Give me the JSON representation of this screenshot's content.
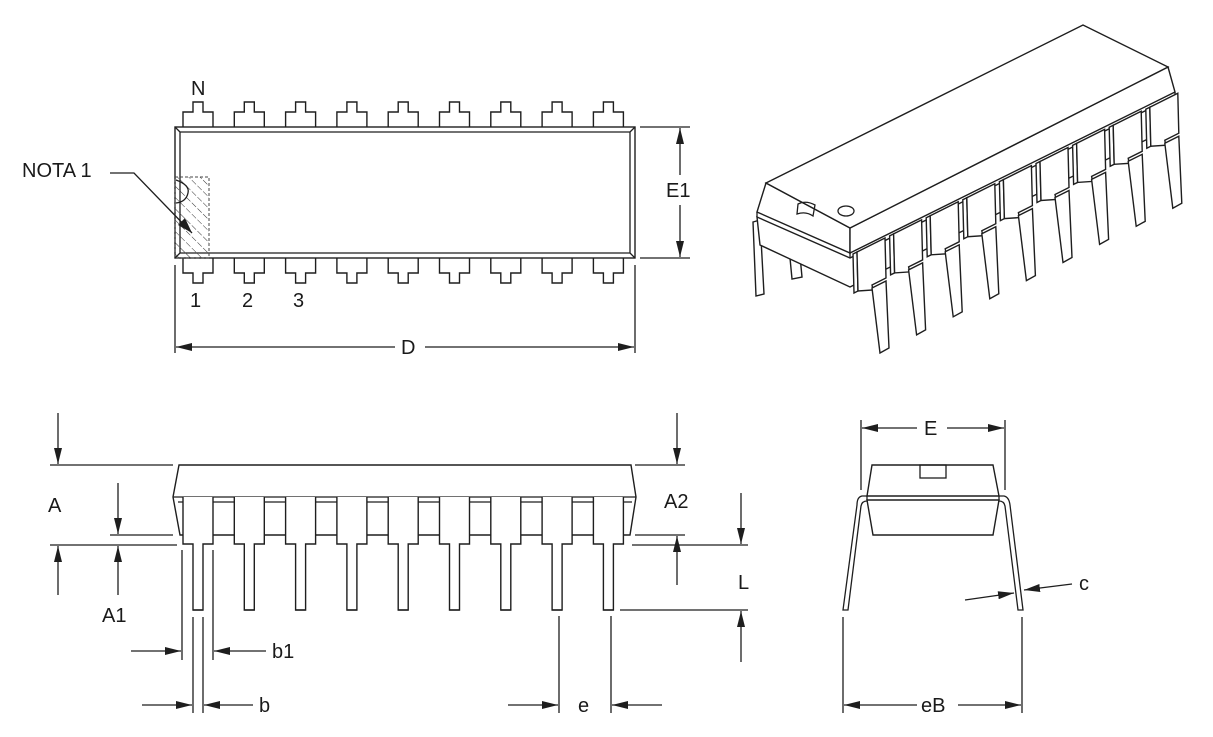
{
  "labels": {
    "pin_n": "N",
    "pin_1": "1",
    "pin_2": "2",
    "pin_3": "3",
    "note": "NOTA 1",
    "dim_D": "D",
    "dim_E1": "E1",
    "dim_A": "A",
    "dim_A1": "A1",
    "dim_A2": "A2",
    "dim_L": "L",
    "dim_b1": "b1",
    "dim_b": "b",
    "dim_e": "e",
    "dim_E": "E",
    "dim_eB": "eB",
    "dim_c": "c"
  },
  "pins_per_side": 9
}
